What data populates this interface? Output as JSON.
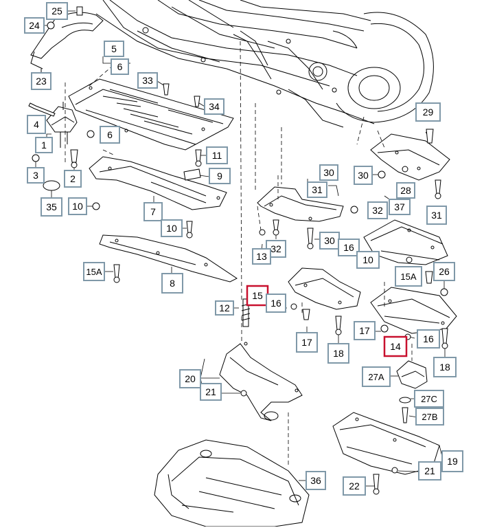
{
  "callouts": [
    {
      "label": "25",
      "highlight": false
    },
    {
      "label": "24",
      "highlight": false
    },
    {
      "label": "23",
      "highlight": false
    },
    {
      "label": "5",
      "highlight": false
    },
    {
      "label": "6",
      "highlight": false
    },
    {
      "label": "33",
      "highlight": false
    },
    {
      "label": "34",
      "highlight": false
    },
    {
      "label": "4",
      "highlight": false
    },
    {
      "label": "1",
      "highlight": false
    },
    {
      "label": "6",
      "highlight": false
    },
    {
      "label": "3",
      "highlight": false
    },
    {
      "label": "2",
      "highlight": false
    },
    {
      "label": "35",
      "highlight": false
    },
    {
      "label": "10",
      "highlight": false
    },
    {
      "label": "11",
      "highlight": false
    },
    {
      "label": "9",
      "highlight": false
    },
    {
      "label": "7",
      "highlight": false
    },
    {
      "label": "10",
      "highlight": false
    },
    {
      "label": "15A",
      "highlight": false
    },
    {
      "label": "29",
      "highlight": false
    },
    {
      "label": "30",
      "highlight": false
    },
    {
      "label": "31",
      "highlight": false
    },
    {
      "label": "30",
      "highlight": false
    },
    {
      "label": "28",
      "highlight": false
    },
    {
      "label": "37",
      "highlight": false
    },
    {
      "label": "32",
      "highlight": false
    },
    {
      "label": "31",
      "highlight": false
    },
    {
      "label": "30",
      "highlight": false
    },
    {
      "label": "32",
      "highlight": false
    },
    {
      "label": "13",
      "highlight": false
    },
    {
      "label": "16",
      "highlight": false
    },
    {
      "label": "10",
      "highlight": false
    },
    {
      "label": "8",
      "highlight": false
    },
    {
      "label": "15",
      "highlight": true
    },
    {
      "label": "16",
      "highlight": false
    },
    {
      "label": "12",
      "highlight": false
    },
    {
      "label": "15A",
      "highlight": false
    },
    {
      "label": "26",
      "highlight": false
    },
    {
      "label": "17",
      "highlight": false
    },
    {
      "label": "18",
      "highlight": false
    },
    {
      "label": "17",
      "highlight": false
    },
    {
      "label": "14",
      "highlight": true
    },
    {
      "label": "16",
      "highlight": false
    },
    {
      "label": "18",
      "highlight": false
    },
    {
      "label": "27A",
      "highlight": false
    },
    {
      "label": "20",
      "highlight": false
    },
    {
      "label": "21",
      "highlight": false
    },
    {
      "label": "27C",
      "highlight": false
    },
    {
      "label": "27B",
      "highlight": false
    },
    {
      "label": "19",
      "highlight": false
    },
    {
      "label": "21",
      "highlight": false
    },
    {
      "label": "22",
      "highlight": false
    },
    {
      "label": "36",
      "highlight": false
    }
  ],
  "colors": {
    "callout_border": "#7f98a8",
    "highlight_border": "#c8102e",
    "line": "#000000",
    "background": "#ffffff"
  }
}
